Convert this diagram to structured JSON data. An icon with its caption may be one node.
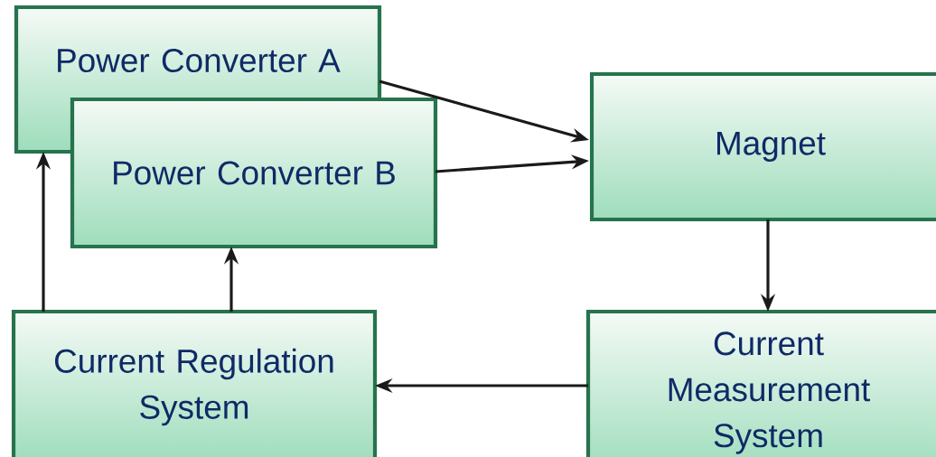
{
  "diagram": {
    "nodes": [
      {
        "text": [
          "Power Converter A"
        ]
      },
      {
        "text": [
          "Power Converter B"
        ]
      },
      {
        "text": [
          "Magnet"
        ]
      },
      {
        "text": [
          "Current Regulation System"
        ]
      },
      {
        "text": [
          "Current Measurement System"
        ]
      }
    ],
    "edges": [
      {
        "from": 0,
        "to": 2,
        "arrow": "to"
      },
      {
        "from": 1,
        "to": 2,
        "arrow": "to"
      },
      {
        "from": 2,
        "to": 4,
        "arrow": "to"
      },
      {
        "from": 4,
        "to": 3,
        "arrow": "to"
      },
      {
        "from": 3,
        "to": 0,
        "arrow": "to"
      },
      {
        "from": 3,
        "to": 1,
        "arrow": "to"
      }
    ]
  }
}
